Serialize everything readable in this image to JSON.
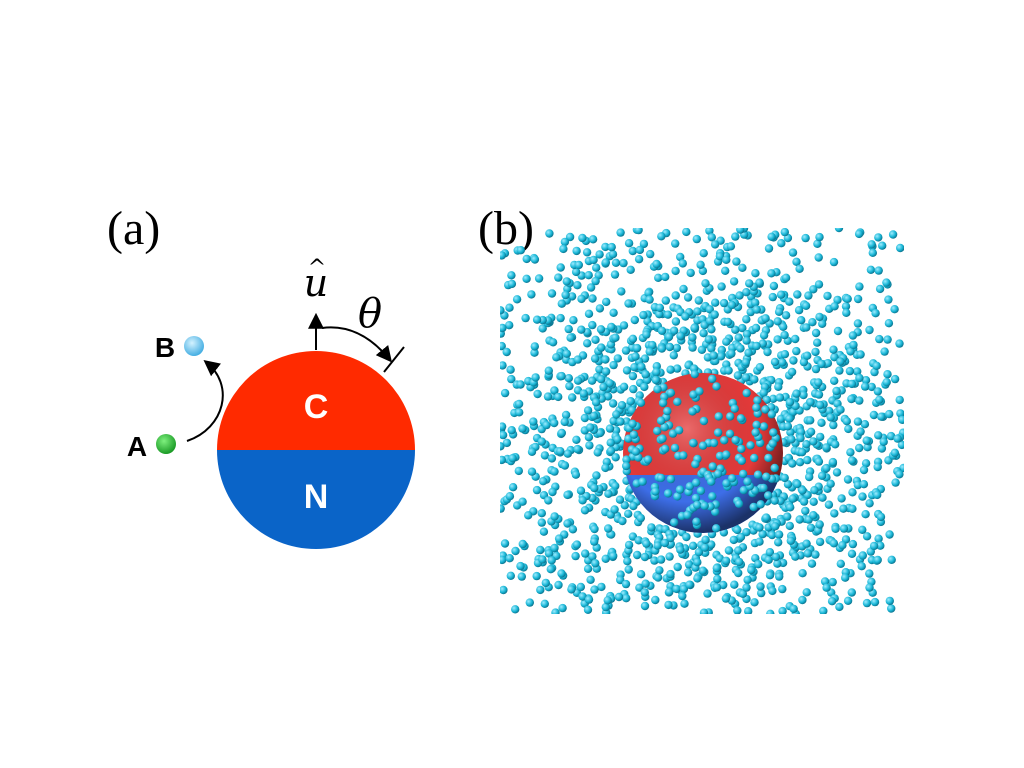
{
  "panel_a": {
    "label": "(a)",
    "hemisphere_top_label": "C",
    "hemisphere_bottom_label": "N",
    "particle_a_label": "A",
    "particle_b_label": "B",
    "axis_symbol": "u",
    "axis_hat": "^",
    "angle_symbol": "θ",
    "colors": {
      "cap": "#ff2a00",
      "body": "#0a64c8",
      "particle_a": "#1aa52a",
      "particle_b": "#62c8ee"
    }
  },
  "panel_b": {
    "label": "(b)",
    "colors": {
      "particle": "#18b6d6",
      "particle_dark": "#0a6c86",
      "sphere_top": "#e53a3a",
      "sphere_bottom": "#3d6ee8"
    }
  }
}
